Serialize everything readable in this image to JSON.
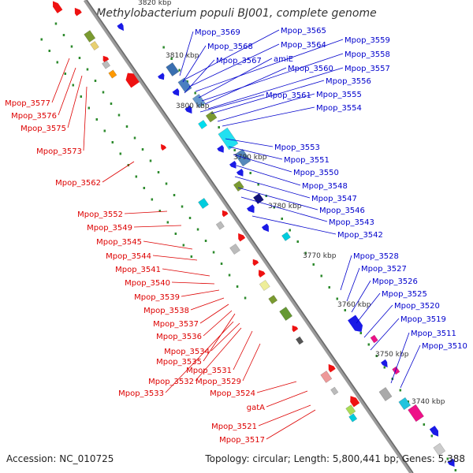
{
  "title": "Methylobacterium populi BJ001, complete genome",
  "footer": {
    "accession": "Accession: NC_010725",
    "summary": "Topology: circular; Length: 5,800,441 bp; Genes: 5,388"
  },
  "colors": {
    "forward_label": "#0000cc",
    "reverse_label": "#dd0000",
    "backbone": "#888888",
    "tick": "#2e8b2e"
  },
  "scale_ticks": [
    "3820 kbp",
    "3810 kbp",
    "3800 kbp",
    "3790 kbp",
    "3780 kbp",
    "3770 kbp",
    "3760 kbp",
    "3750 kbp",
    "3740 kbp"
  ],
  "forward_genes": [
    "Mpop_3569",
    "Mpop_3565",
    "Mpop_3568",
    "Mpop_3564",
    "Mpop_3559",
    "Mpop_3567",
    "amiE",
    "Mpop_3558",
    "Mpop_3560",
    "Mpop_3557",
    "Mpop_3556",
    "Mpop_3561",
    "Mpop_3555",
    "Mpop_3554",
    "Mpop_3553",
    "Mpop_3551",
    "Mpop_3550",
    "Mpop_3548",
    "Mpop_3547",
    "Mpop_3546",
    "Mpop_3543",
    "Mpop_3542",
    "Mpop_3528",
    "Mpop_3527",
    "Mpop_3526",
    "Mpop_3525",
    "Mpop_3520",
    "Mpop_3519",
    "Mpop_3511",
    "Mpop_3510"
  ],
  "reverse_genes": [
    "Mpop_3577",
    "Mpop_3576",
    "Mpop_3575",
    "Mpop_3573",
    "Mpop_3562",
    "Mpop_3552",
    "Mpop_3549",
    "Mpop_3545",
    "Mpop_3544",
    "Mpop_3541",
    "Mpop_3540",
    "Mpop_3539",
    "Mpop_3538",
    "Mpop_3537",
    "Mpop_3536",
    "Mpop_3534",
    "Mpop_3535",
    "Mpop_3531",
    "Mpop_3532",
    "Mpop_3529",
    "Mpop_3533",
    "Mpop_3524",
    "gatA",
    "Mpop_3521",
    "Mpop_3517"
  ]
}
